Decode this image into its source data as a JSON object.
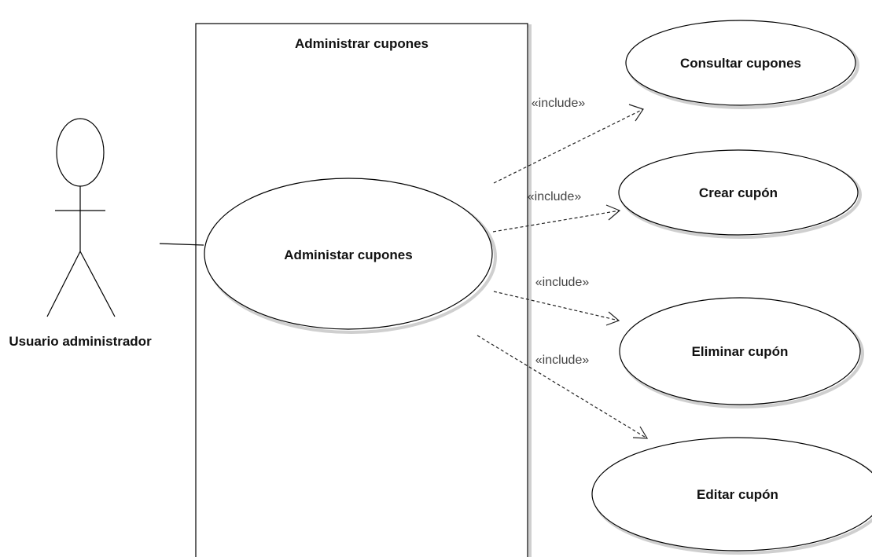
{
  "system_boundary": {
    "title": "Administrar cupones"
  },
  "actor": {
    "label": "Usuario administrador"
  },
  "main_use_case": {
    "label": "Administar cupones"
  },
  "included_use_cases": [
    {
      "label": "Consultar cupones",
      "stereotype": "«include»"
    },
    {
      "label": "Crear cupón",
      "stereotype": "«include»"
    },
    {
      "label": "Eliminar cupón",
      "stereotype": "«include»"
    },
    {
      "label": "Editar cupón",
      "stereotype": "«include»"
    }
  ],
  "colors": {
    "line": "#000000",
    "shadow": "#cfcfcf",
    "background": "#ffffff"
  }
}
